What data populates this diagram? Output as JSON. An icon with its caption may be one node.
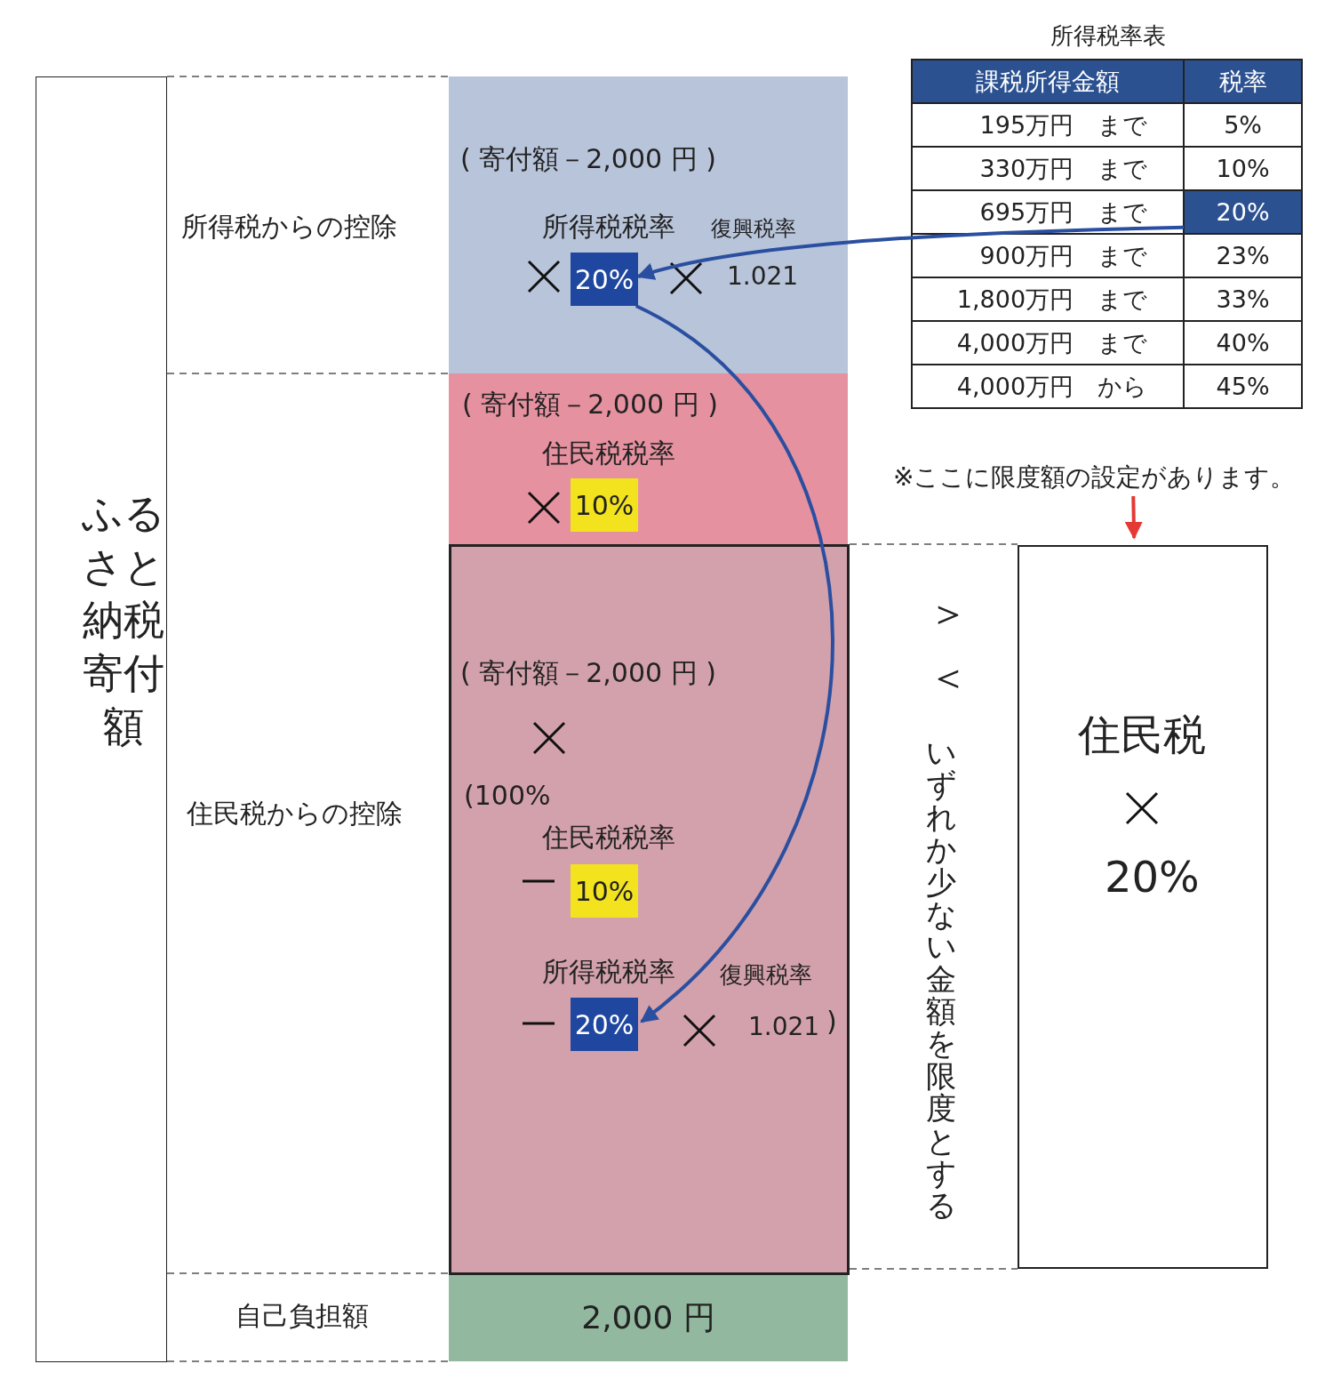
{
  "diagram": {
    "nodes": [
      {
        "text": [
          "ふるさと納税寄付額"
        ]
      },
      {
        "text": [
          "( 寄付額－2,000 円 )",
          "所得税税率",
          "復興税率",
          "1.021"
        ]
      },
      {
        "text": [
          "20%"
        ],
        "in": 1
      },
      {
        "text": [
          "( 寄付額－2,000 円 )",
          "住民税税率"
        ]
      },
      {
        "text": [
          "10%"
        ],
        "in": 3
      },
      {
        "text": [
          "( 寄付額－2,000 円 )",
          "(100%",
          "住民税税率",
          "所得税税率",
          "復興税率",
          "1.021",
          ")"
        ]
      },
      {
        "text": [
          "10%"
        ],
        "in": 5
      },
      {
        "text": [
          "20%"
        ],
        "in": 5
      },
      {
        "text": [
          "2,000 円"
        ]
      },
      {
        "text": [
          "20%"
        ]
      },
      {
        "text": [
          "住民税",
          "20%"
        ]
      },
      {
        "text": [
          "※ここに限度額の設定があります。"
        ]
      }
    ],
    "edges": [
      {
        "from": 9,
        "to": 2,
        "arrow": "to"
      },
      {
        "from": 2,
        "to": 7,
        "arrow": "to"
      },
      {
        "from": 11,
        "to": 10,
        "arrow": "to",
        "color": "#e53935"
      }
    ],
    "labels": [
      "所得税からの控除",
      "住民税からの控除",
      "自己負担額",
      "所得税率表",
      "課税所得金額",
      "税率",
      "195万円　まで",
      "5%",
      "330万円　まで",
      "10%",
      "695万円　まで",
      "900万円　まで",
      "23%",
      "1,800万円　まで",
      "33%",
      "4,000万円　まで",
      "40%",
      "4,000万円　から",
      "45%",
      "＞",
      "＜",
      "いずれか少ない金額を限度とする"
    ]
  }
}
